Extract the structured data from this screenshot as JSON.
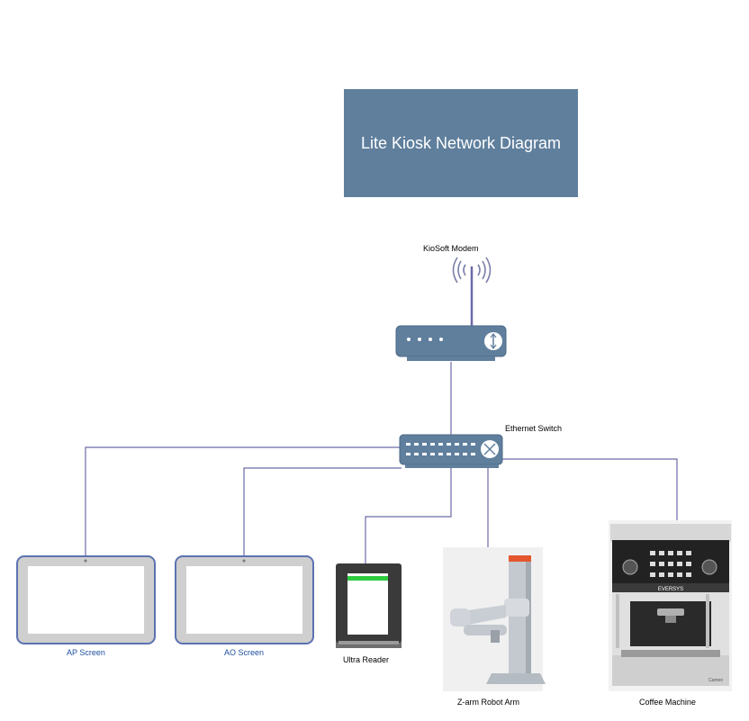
{
  "diagram": {
    "title": "Lite Kiosk Network Diagram",
    "nodes": {
      "modem": {
        "label": "KioSoft Modem"
      },
      "switch": {
        "label": "Ethernet Switch"
      },
      "ap_screen": {
        "label": "AP Screen"
      },
      "ao_screen": {
        "label": "AO Screen"
      },
      "reader": {
        "label": "Ultra Reader"
      },
      "robot": {
        "label": "Z-arm Robot Arm"
      },
      "coffee": {
        "label": "Coffee Machine"
      }
    },
    "coffee_brand": "EVERSYS",
    "coffee_model": "Cameo",
    "colors": {
      "title_bg": "#5f7f9d",
      "device_fill": "#5f7f9d",
      "connector": "#6a6aa8",
      "screen_border": "#6a7fb8",
      "label_blue": "#1f4fa0"
    }
  }
}
